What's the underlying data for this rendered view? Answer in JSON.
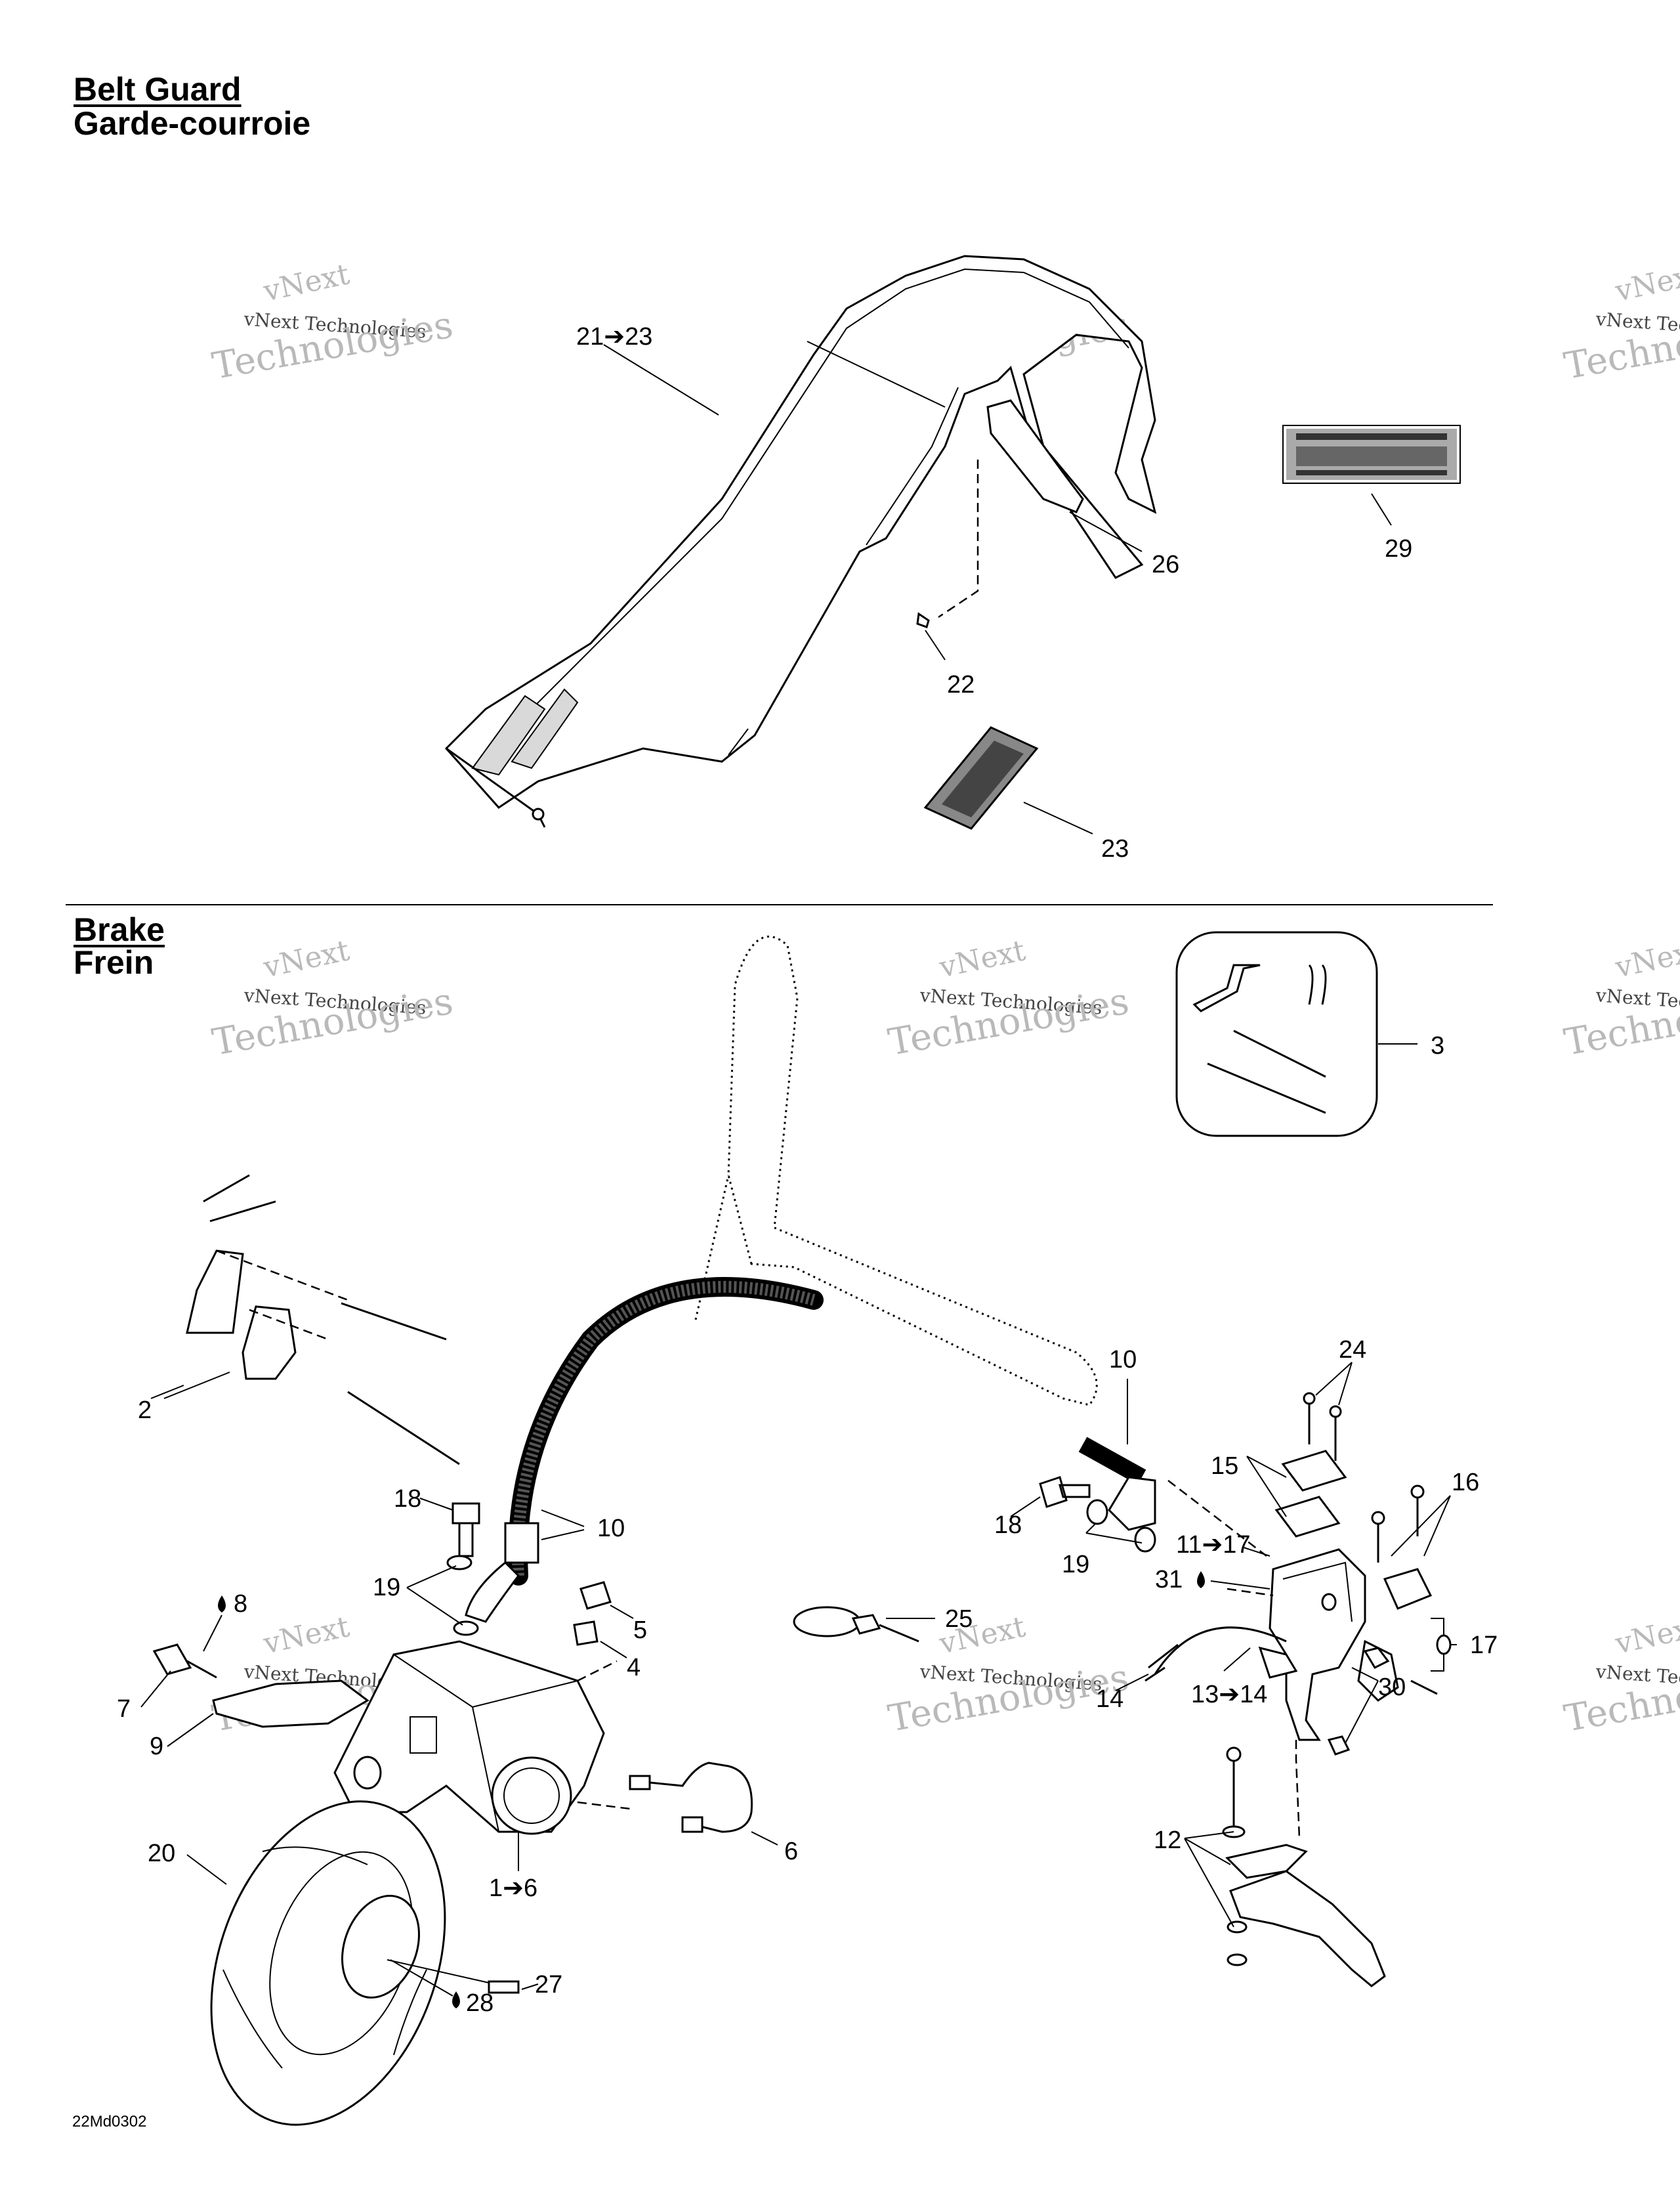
{
  "sections": {
    "belt_guard": {
      "title_en": "Belt Guard",
      "title_fr": "Garde-courroie"
    },
    "brake": {
      "title_en": "Brake",
      "title_fr": "Frein"
    }
  },
  "watermark": {
    "line1": "vNext",
    "line2": "vNext Technologies",
    "line3": "Technologies"
  },
  "drawing_code": "22Md0302",
  "callouts": {
    "c21_23": "21➔23",
    "c26": "26",
    "c29": "29",
    "c22": "22",
    "c23": "23",
    "c3": "3",
    "c2": "2",
    "c10a": "10",
    "c10b": "10",
    "c24": "24",
    "c15": "15",
    "c16": "16",
    "c18a": "18",
    "c18b": "18",
    "c19a": "19",
    "c19b": "19",
    "c11_17": "11➔17",
    "c31": "31",
    "c8": "8",
    "c5": "5",
    "c4": "4",
    "c25": "25",
    "c17": "17",
    "c7": "7",
    "c9": "9",
    "c14": "14",
    "c13_14": "13➔14",
    "c30": "30",
    "c6": "6",
    "c1_6": "1➔6",
    "c20": "20",
    "c12": "12",
    "c27": "27",
    "c28": "28"
  }
}
